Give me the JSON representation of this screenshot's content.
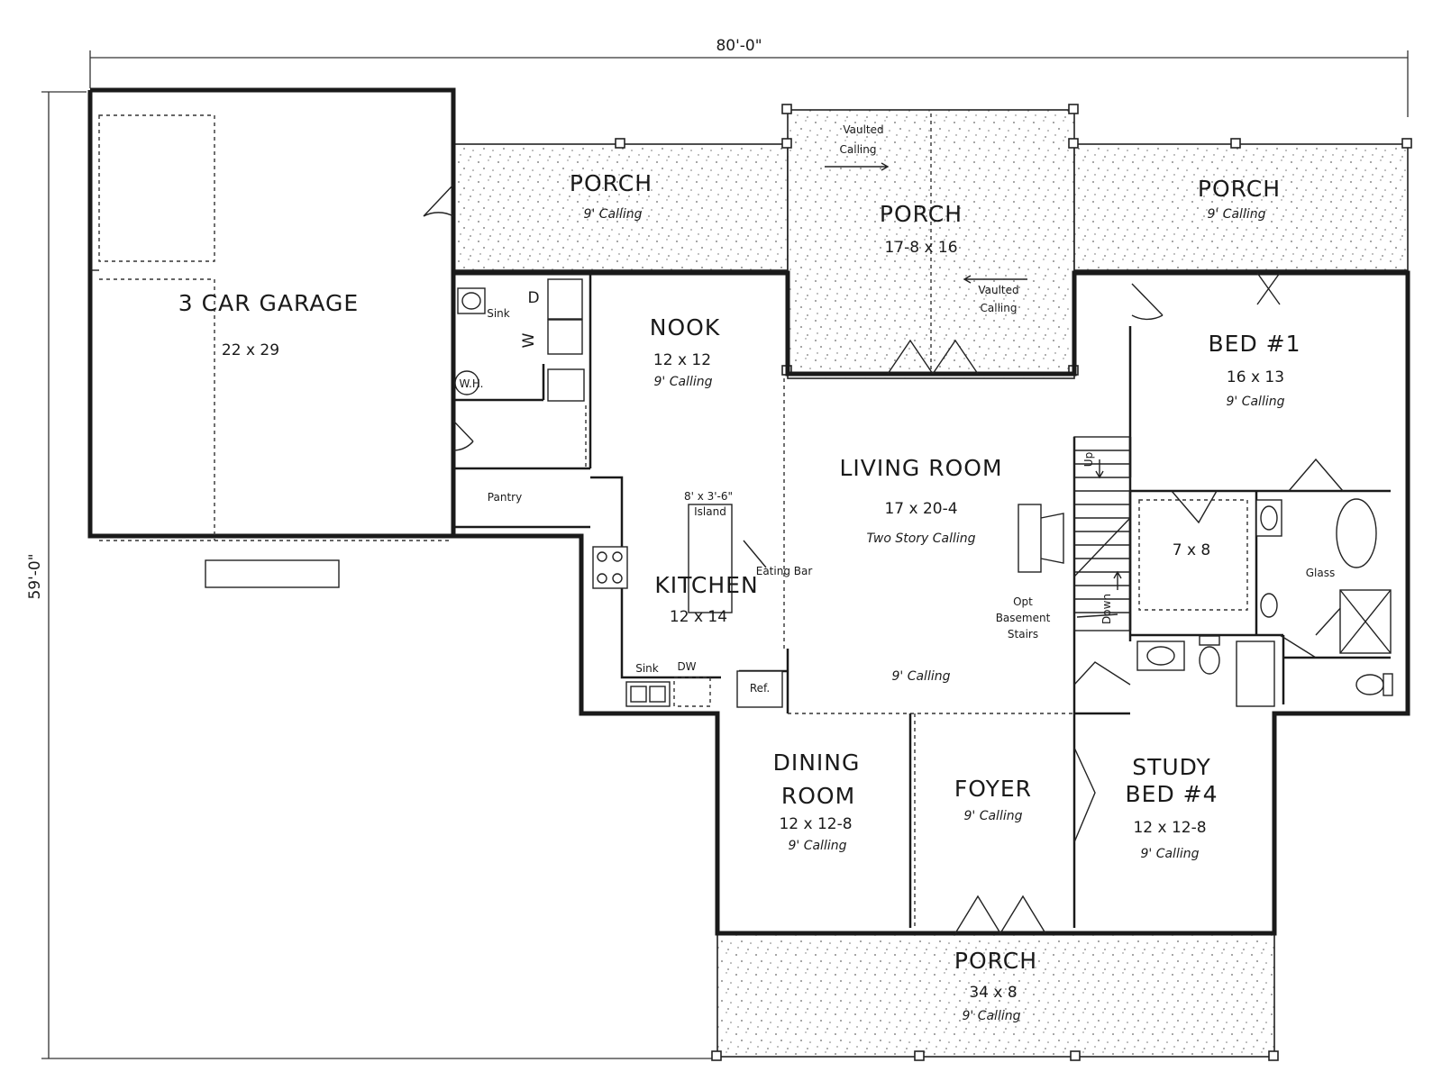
{
  "dimensions": {
    "width": "80'-0\"",
    "depth": "59'-0\""
  },
  "rooms": {
    "garage": {
      "name": "3 CAR GARAGE",
      "size": "22 x 29"
    },
    "porch_left": {
      "name": "PORCH",
      "note": "9' Calling"
    },
    "porch_center": {
      "name": "PORCH",
      "size": "17-8 x 16",
      "note_top": "Vaulted\nCalling",
      "note_bottom": "Vaulted\nCalling"
    },
    "porch_right": {
      "name": "PORCH",
      "note": "9' Calling"
    },
    "nook": {
      "name": "NOOK",
      "size": "12 x 12",
      "note": "9' Calling"
    },
    "bed1": {
      "name": "BED #1",
      "size": "16 x 13",
      "note": "9' Calling"
    },
    "living": {
      "name": "LIVING ROOM",
      "size": "17 x 20-4",
      "note": "Two Story Calling"
    },
    "kitchen": {
      "name": "KITCHEN",
      "size": "12 x 14"
    },
    "closet": {
      "size": "7 x 8"
    },
    "hall": {
      "note": "9' Calling"
    },
    "dining": {
      "name_line1": "DINING",
      "name_line2": "ROOM",
      "size": "12 x 12-8",
      "note": "9' Calling"
    },
    "foyer": {
      "name": "FOYER",
      "note": "9' Calling"
    },
    "study": {
      "name_line1": "STUDY",
      "name_line2": "BED #4",
      "size": "12 x 12-8",
      "note": "9' Calling"
    },
    "porch_front": {
      "name": "PORCH",
      "size": "34 x 8",
      "note": "9' Calling"
    }
  },
  "fixtures": {
    "laundry_sink": "Sink",
    "dryer": "D",
    "washer": "W",
    "water_heater": "W.H.",
    "pantry": "Pantry",
    "island": "8' x 3'-6\"\nIsland",
    "eating_bar": "Eating Bar",
    "kitchen_sink": "Sink",
    "dishwasher": "DW",
    "refrigerator": "Ref.",
    "stairs_up": "Up",
    "stairs_down": "Down",
    "basement": "Opt\nBasement\nStairs",
    "shower": "Glass"
  }
}
